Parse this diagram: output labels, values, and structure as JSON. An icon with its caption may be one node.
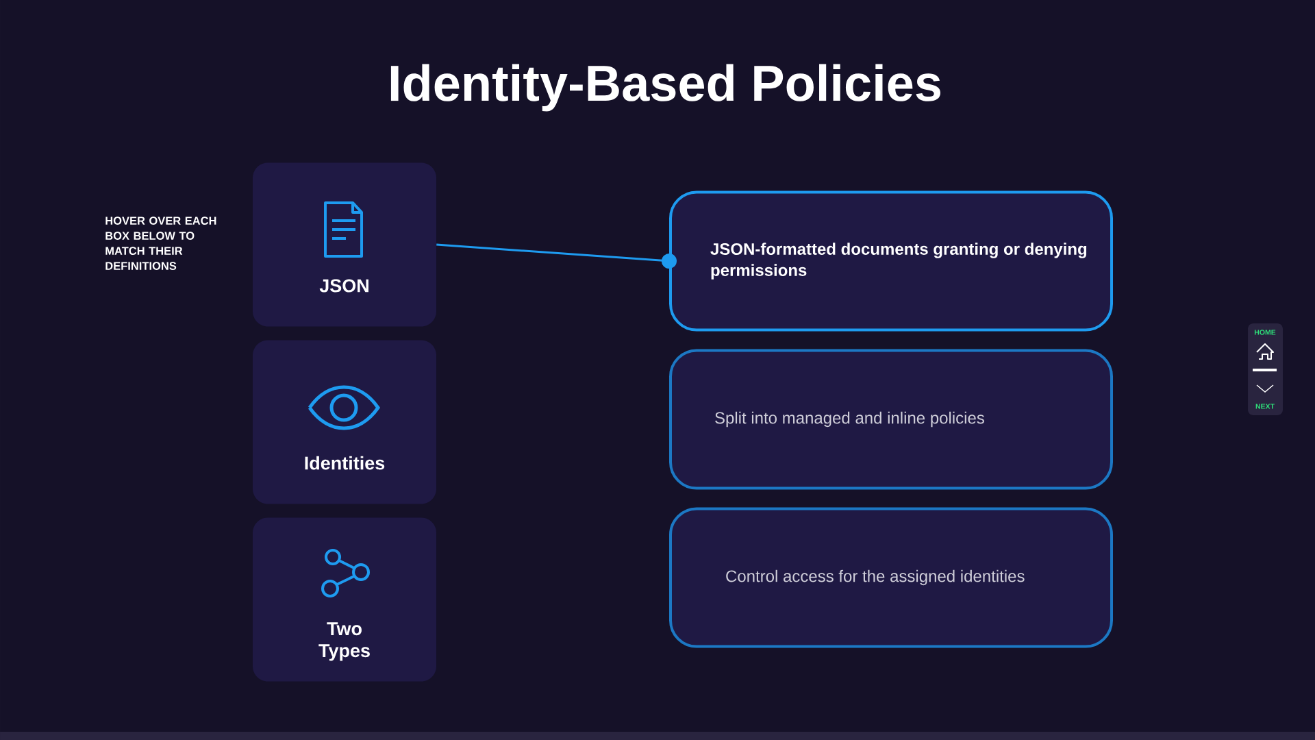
{
  "diagram": {
    "title": "Identity-Based Policies",
    "nodes": [
      {
        "text": [
          "JSON"
        ]
      },
      {
        "text": [
          "Identities"
        ]
      },
      {
        "text": [
          "Two Types"
        ]
      },
      {
        "text": [
          "JSON-formatted documents granting or denying permissions"
        ]
      },
      {
        "text": [
          "Split into managed and inline policies"
        ]
      },
      {
        "text": [
          "Control access for the assigned identities"
        ]
      }
    ],
    "edges": [
      {
        "from": 0,
        "to": 3,
        "arrow": "other"
      }
    ],
    "labels": [
      "HOVER OVER EACH BOX BELOW TO MATCH THEIR DEFINITIONS",
      "HOME",
      "NEXT"
    ]
  }
}
